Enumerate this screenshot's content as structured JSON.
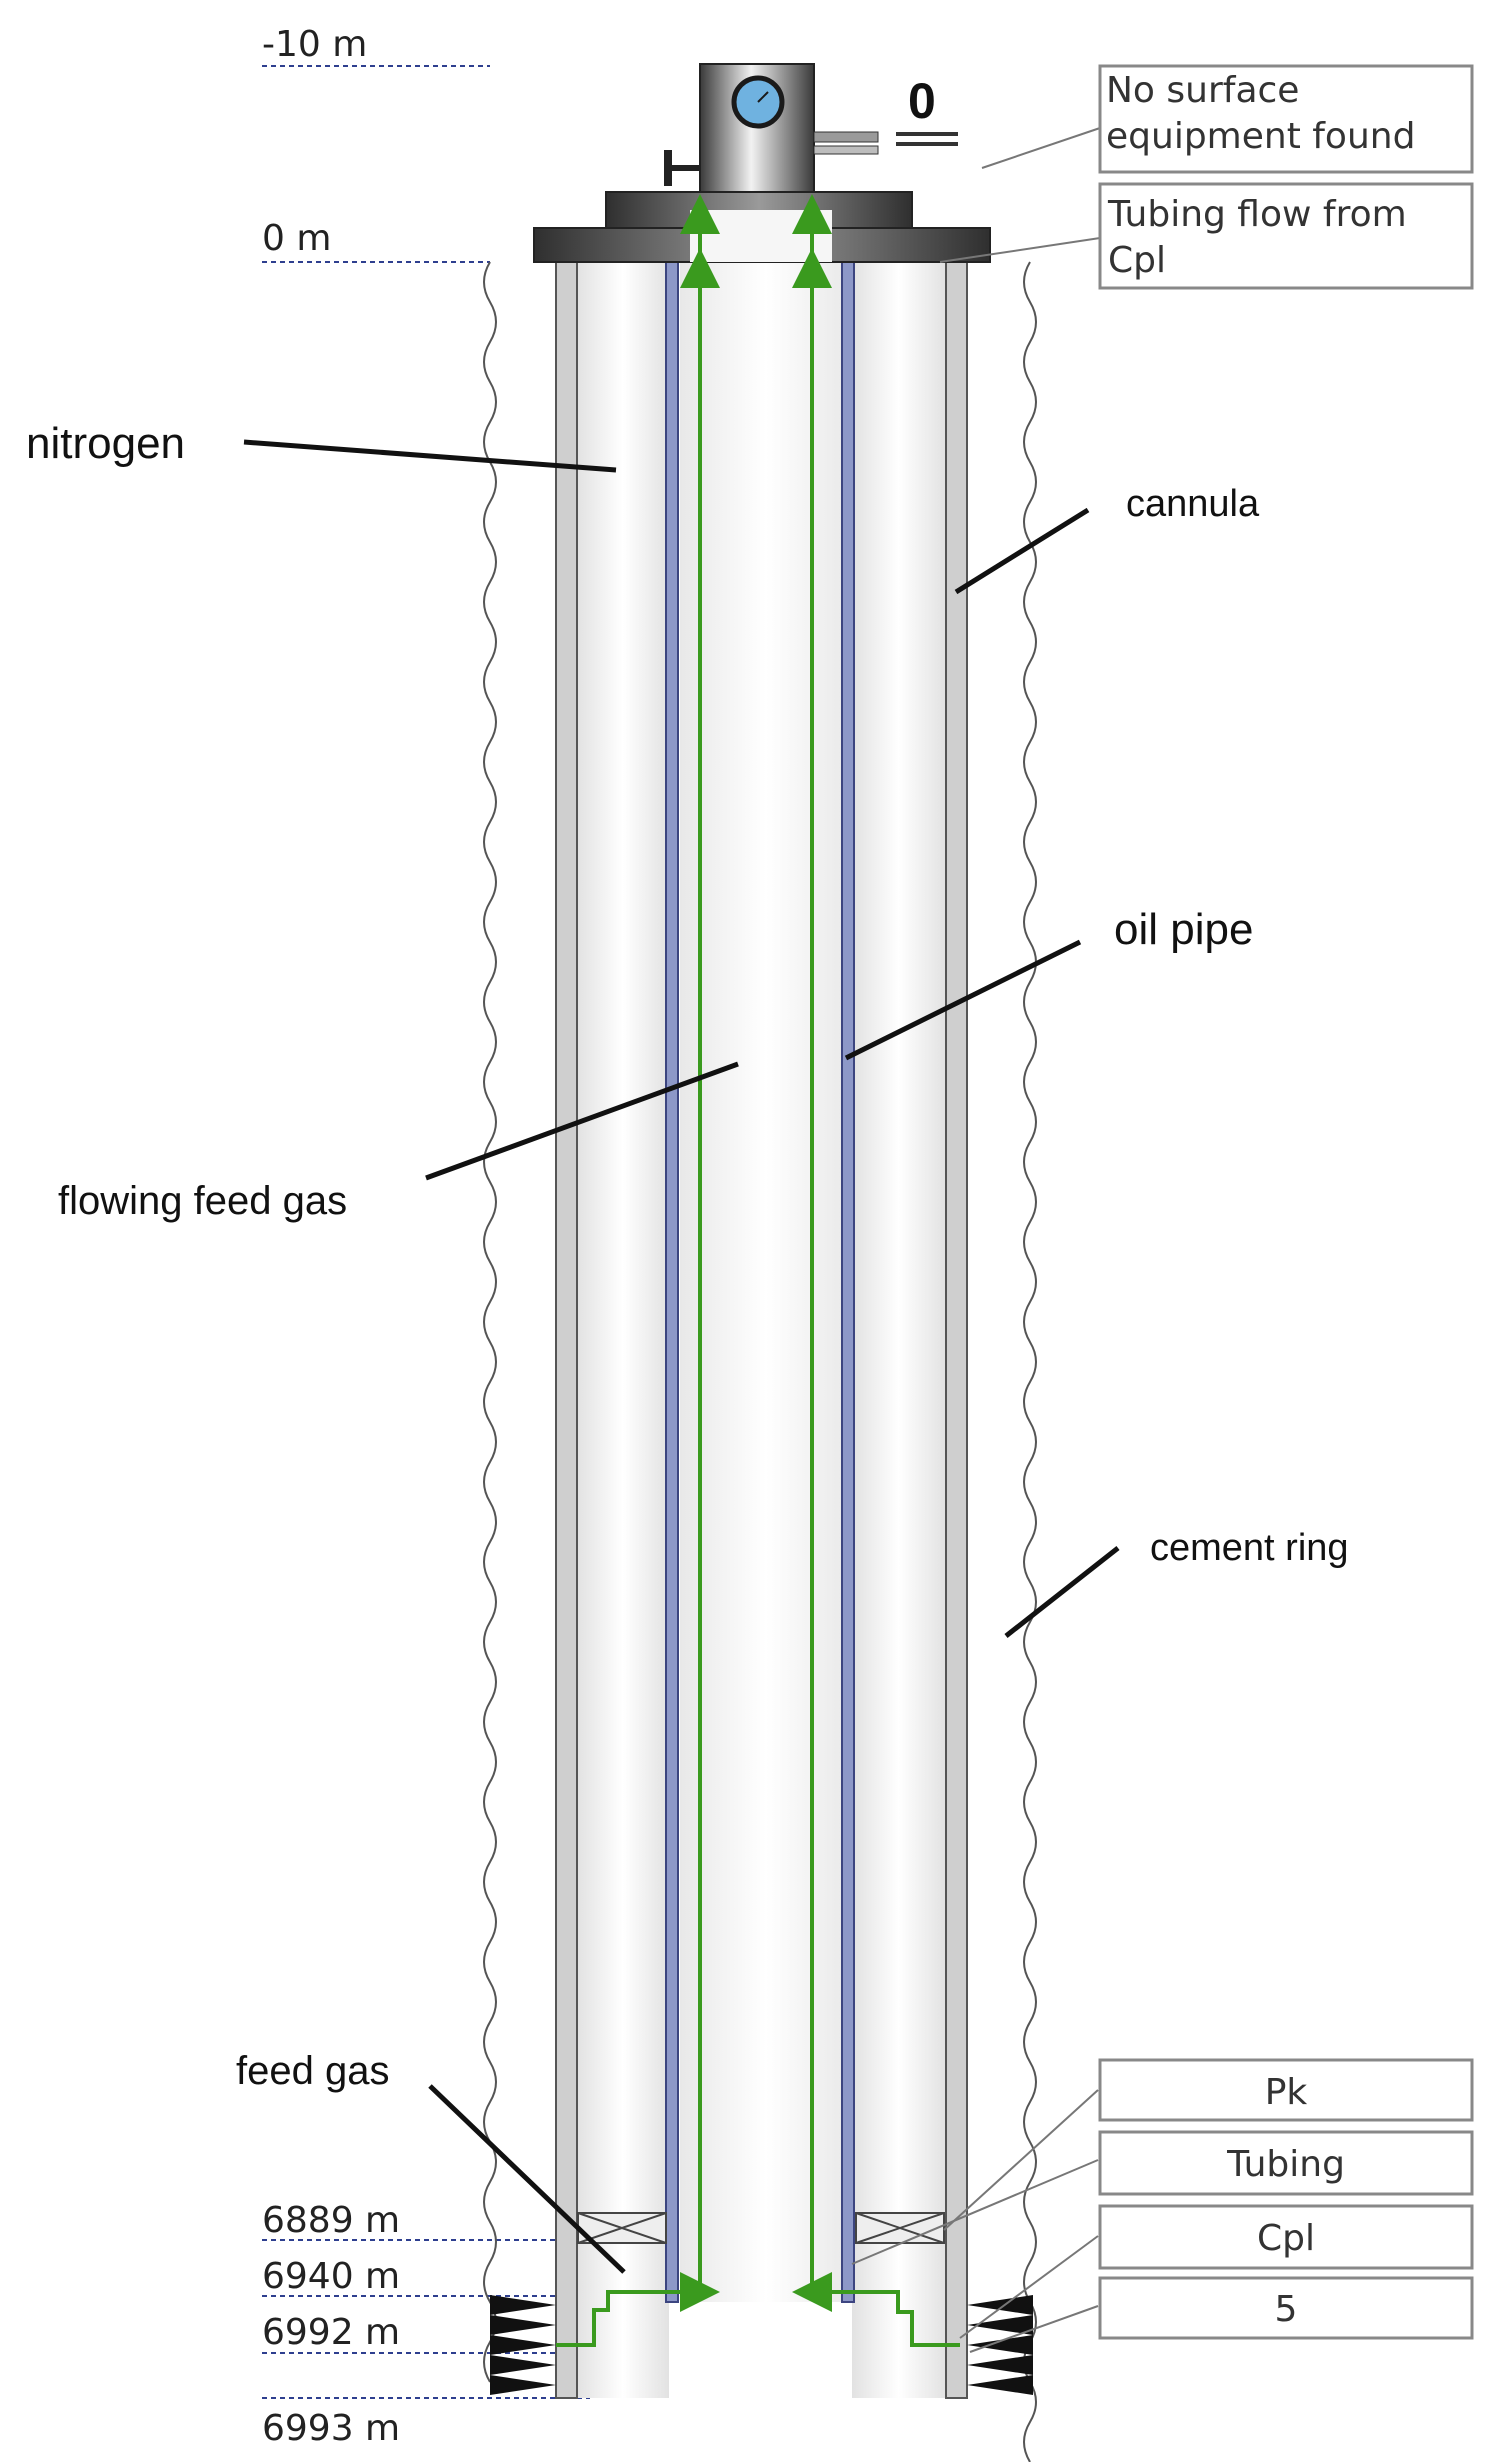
{
  "depth_markers": [
    {
      "label": "-10 m"
    },
    {
      "label": "0 m"
    },
    {
      "label": "6889 m"
    },
    {
      "label": "6940 m"
    },
    {
      "label": "6992 m"
    },
    {
      "label": "6993 m"
    }
  ],
  "gauge_reading": "0",
  "labels": {
    "nitrogen": "nitrogen",
    "cannula": "cannula",
    "oil_pipe": "oil pipe",
    "flowing_feed_gas": "flowing feed gas",
    "cement_ring": "cement ring",
    "feed_gas": "feed gas"
  },
  "callouts": {
    "surface": "No surface equipment found",
    "tubing_flow_line1": "Tubing flow from",
    "tubing_flow_line2": "Cpl",
    "pk": "Pk",
    "tubing": "Tubing",
    "cpl": "Cpl",
    "five": "5"
  },
  "colors": {
    "flow_arrow": "#3a9a1e",
    "tubing_wall": "#5a6bb0",
    "casing_wall": "#bdbdbd",
    "wellhead": "#4a4a4a",
    "gauge_face": "#6fb2e0"
  }
}
